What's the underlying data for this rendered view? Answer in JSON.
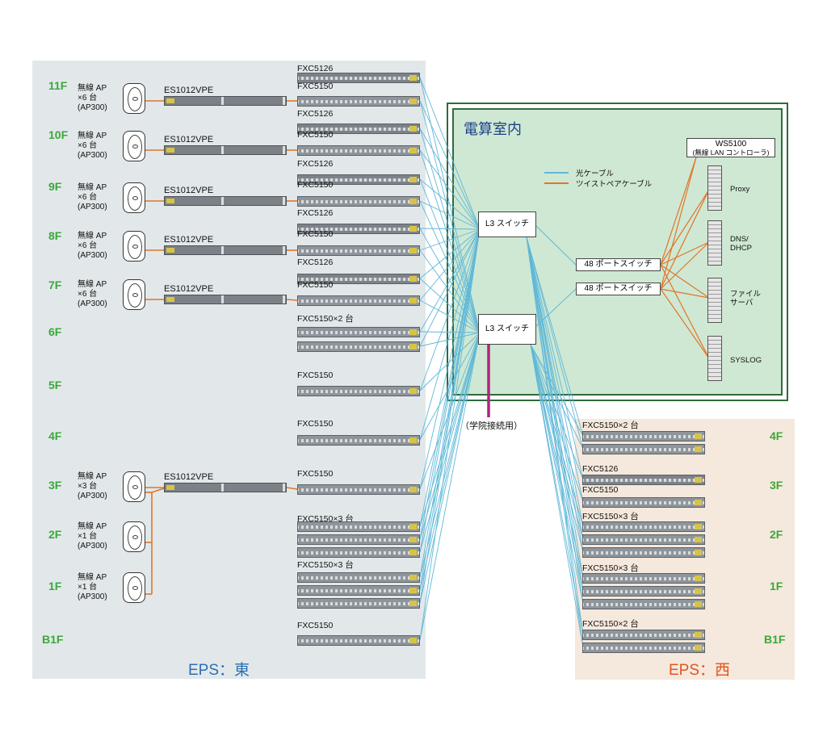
{
  "east": {
    "title": "EPS：東",
    "floors": [
      "11F",
      "10F",
      "9F",
      "8F",
      "7F",
      "6F",
      "5F",
      "4F",
      "3F",
      "2F",
      "1F",
      "B1F"
    ],
    "aps": [
      {
        "l1": "無線 AP",
        "l2": "×6 台",
        "l3": "(AP300)"
      },
      {
        "l1": "無線 AP",
        "l2": "×6 台",
        "l3": "(AP300)"
      },
      {
        "l1": "無線 AP",
        "l2": "×6 台",
        "l3": "(AP300)"
      },
      {
        "l1": "無線 AP",
        "l2": "×6 台",
        "l3": "(AP300)"
      },
      {
        "l1": "無線 AP",
        "l2": "×6 台",
        "l3": "(AP300)"
      },
      {
        "l1": "無線 AP",
        "l2": "×3 台",
        "l3": "(AP300)"
      },
      {
        "l1": "無線 AP",
        "l2": "×1 台",
        "l3": "(AP300)"
      },
      {
        "l1": "無線 AP",
        "l2": "×1 台",
        "l3": "(AP300)"
      }
    ],
    "es_label": "ES1012VPE",
    "switch_labels": [
      "FXC5126",
      "FXC5150",
      "FXC5126",
      "FXC5150",
      "FXC5126",
      "FXC5150",
      "FXC5126",
      "FXC5150",
      "FXC5126",
      "FXC5150",
      "FXC5150×2 台",
      "FXC5150",
      "FXC5150",
      "FXC5150",
      "FXC5150×3 台",
      "FXC5150×3 台",
      "FXC5150"
    ]
  },
  "west": {
    "title": "EPS：西",
    "floors": [
      "4F",
      "3F",
      "2F",
      "1F",
      "B1F"
    ],
    "switch_labels": [
      "FXC5150×2 台",
      "FXC5126",
      "FXC5150",
      "FXC5150×3 台",
      "FXC5150×3 台",
      "FXC5150×2 台"
    ]
  },
  "center": {
    "title": "電算室内",
    "l3_1": "L3 スイッチ",
    "l3_2": "L3 スイッチ",
    "sw48_1": "48 ポートスイッチ",
    "sw48_2": "48 ポートスイッチ",
    "ws_l1": "WS5100",
    "ws_l2": "(無線 LAN コントローラ)",
    "legend_fiber": "光ケーブル",
    "legend_twisted": "ツイストペアケーブル",
    "servers": [
      "Proxy",
      "DNS/\nDHCP",
      "ファイル\nサーバ",
      "SYSLOG"
    ],
    "uplink": "（学院接続用）"
  },
  "colors": {
    "fiber": "#5fb8d8",
    "twisted": "#e0752a",
    "uplink": "#b0247f",
    "east_bg": "#e2e8ea",
    "west_bg": "#f5e8dc",
    "room_bg": "#cfe8d3",
    "room_border": "#2f6b3c",
    "floor_text": "#3aa83a",
    "east_title": "#2a6fb5",
    "west_title": "#e0561f",
    "center_title": "#1c3f8a"
  }
}
